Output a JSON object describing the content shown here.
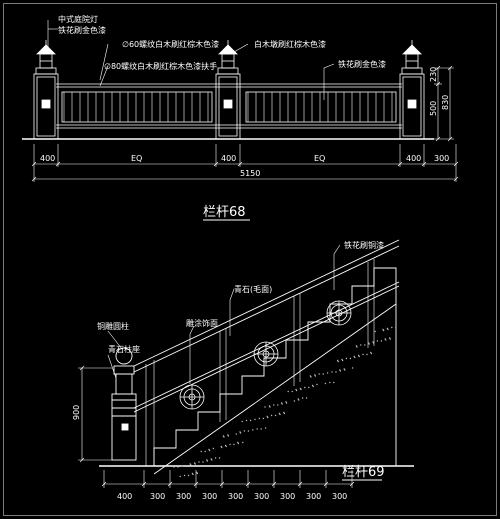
{
  "drawing": {
    "top_elevation": {
      "callouts": {
        "lamp": "中式庭院灯",
        "iron_gold": "铁花刷金色漆",
        "pipe60": "∅60螺纹白木刷红棕木色漆",
        "pipe80": "∅80螺纹白木刷红棕木色漆扶手",
        "white_wood": "白木墩刷红棕木色漆",
        "iron_gold_right": "铁花刷金色漆"
      },
      "dims_bottom": [
        "400",
        "EQ",
        "400",
        "EQ",
        "400",
        "300"
      ],
      "dim_total": "5150",
      "dims_right": [
        "230",
        "500",
        "830"
      ]
    },
    "title_68": "栏杆68",
    "stair": {
      "callouts": {
        "iron_rail": "铁花刷铜漆",
        "stone": "青石(毛面)",
        "decor": "雕涂饰面",
        "copper_post": "铜雕圆柱",
        "stone_base": "青石柱座"
      },
      "dim_height": "900",
      "dims_bottom": [
        "400",
        "300",
        "300",
        "300",
        "300",
        "300",
        "300",
        "300",
        "300"
      ]
    },
    "title_69": "栏杆69"
  }
}
